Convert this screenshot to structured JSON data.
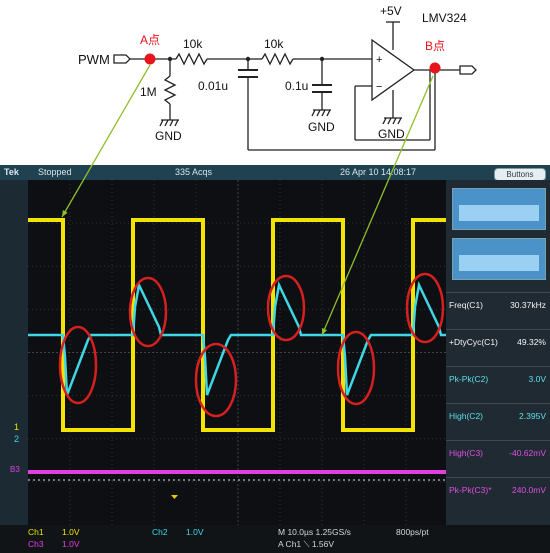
{
  "schematic": {
    "input_label": "PWM",
    "point_a": "A点",
    "point_b": "B点",
    "r1": "10k",
    "r2": "10k",
    "r_pulldown": "1M",
    "c1": "0.01u",
    "c2": "0.1u",
    "supply": "+5V",
    "opamp": "LMV324",
    "gnd": "GND",
    "plus": "+",
    "minus": "−"
  },
  "scope": {
    "brand": "Tek",
    "status": "Stopped",
    "acqs": "335 Acqs",
    "datetime": "26 Apr 10 14:08:17",
    "buttons_label": "Buttons",
    "measurements": [
      {
        "label": "Freq(C1)",
        "value": "30.37kHz",
        "color": "#f4f4f4"
      },
      {
        "label": "+DtyCyc(C1)",
        "value": "49.32%",
        "color": "#f4f4f4"
      },
      {
        "label": "Pk-Pk(C2)",
        "value": "3.0V",
        "color": "#59e1ea"
      },
      {
        "label": "High(C2)",
        "value": "2.395V",
        "color": "#59e1ea"
      },
      {
        "label": "High(C3)",
        "value": "-40.62mV",
        "color": "#e04fe0"
      },
      {
        "label": "Pk-Pk(C3)*",
        "value": "240.0mV",
        "color": "#e04fe0"
      }
    ],
    "bottom": {
      "ch1": "Ch1",
      "ch1_scale": "1.0V",
      "ch2": "Ch2",
      "ch2_scale": "1.0V",
      "ch3": "Ch3",
      "ch3_scale": "1.0V",
      "timebase": "M 10.0µs 1.25GS/s",
      "points": "800ps/pt",
      "trigger": "A Ch1 ⟍ 1.56V"
    },
    "channel_markers": {
      "ch1": "1",
      "ch2": "2",
      "ch3": "B3"
    },
    "colors": {
      "ch1": "#f2e400",
      "ch2": "#3fd7e6",
      "ch3": "#e23fe0",
      "annotation": "#8fbf2a",
      "circle": "#d62020"
    }
  }
}
